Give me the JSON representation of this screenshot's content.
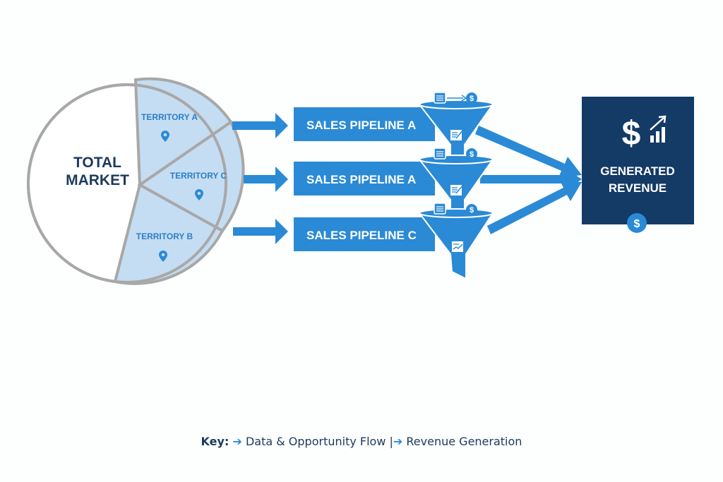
{
  "market": {
    "title_line1": "TOTAL",
    "title_line2": "MARKET",
    "territories": [
      {
        "label": "TERRITORY A",
        "icon": "map-pin-icon"
      },
      {
        "label": "TERRITORY C",
        "icon": "map-pin-icon"
      },
      {
        "label": "TERRITORY B",
        "icon": "map-pin-icon"
      }
    ]
  },
  "pipelines": [
    {
      "label": "SALES PIPELINE A",
      "icons": [
        "document-icon",
        "arrow-right-icon",
        "dollar-coin-icon",
        "checklist-icon"
      ]
    },
    {
      "label": "SALES PIPELINE A",
      "icons": [
        "document-icon",
        "dollar-coin-icon",
        "checklist-icon"
      ]
    },
    {
      "label": "SALES PIPELINE C",
      "icons": [
        "document-icon",
        "dollar-coin-icon",
        "chart-checklist-icon"
      ]
    }
  ],
  "revenue": {
    "title_line1": "GENERATED",
    "title_line2": "REVENUE",
    "icons": [
      "dollar-sign-icon",
      "growth-chart-icon",
      "dollar-coin-icon"
    ]
  },
  "key": {
    "prefix": "Key:",
    "item1": "Data & Opportunity Flow",
    "separator": "|",
    "item2": "Revenue Generation"
  },
  "colors": {
    "primary_blue": "#2a8ad6",
    "territory_fill": "#c5ddf2",
    "navy": "#143a66",
    "border_gray": "#a8a8a8",
    "text_dark": "#1c3a5c"
  }
}
